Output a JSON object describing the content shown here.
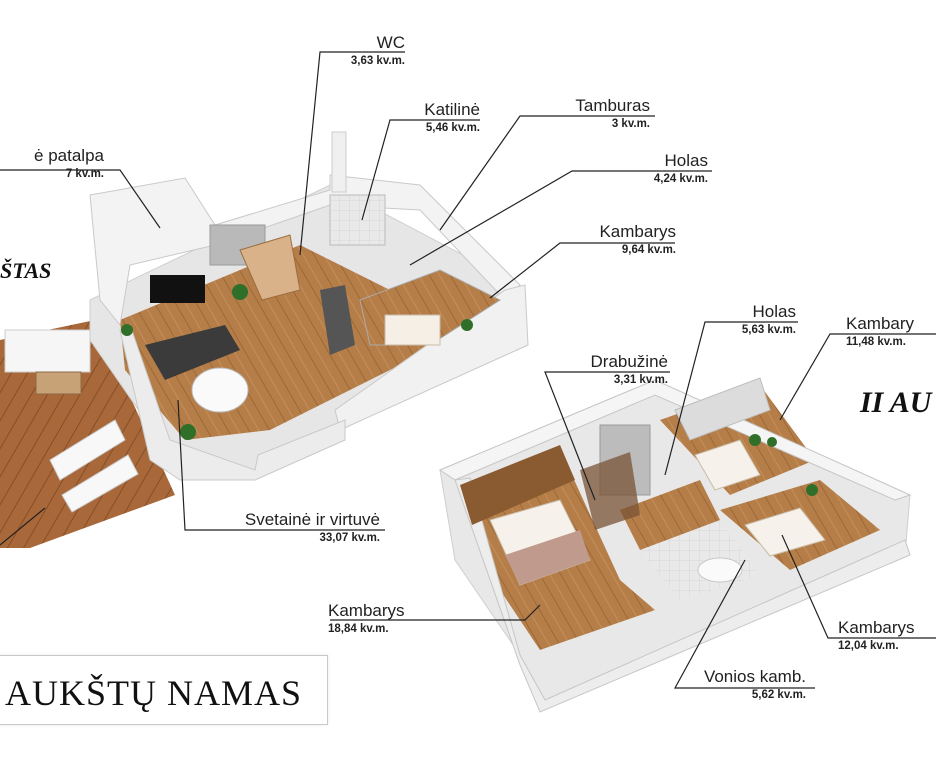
{
  "floor1_title": "ŠTAS",
  "floor2_title": "II AU",
  "house_title": "AUKŠTŲ NAMAS",
  "rooms": {
    "patalpa": {
      "name": "ė patalpa",
      "area": "7 kv.m."
    },
    "wc": {
      "name": "WC",
      "area": "3,63 kv.m."
    },
    "katiline": {
      "name": "Katilinė",
      "area": "5,46 kv.m."
    },
    "tamburas": {
      "name": "Tamburas",
      "area": "3 kv.m."
    },
    "holas1": {
      "name": "Holas",
      "area": "4,24 kv.m."
    },
    "kambarys1": {
      "name": "Kambarys",
      "area": "9,64 kv.m."
    },
    "svetaine": {
      "name": "Svetainė ir virtuvė",
      "area": "33,07 kv.m."
    },
    "holas2": {
      "name": "Holas",
      "area": "5,63 kv.m."
    },
    "kambarys2": {
      "name": "Kambary",
      "area": "11,48 kv.m."
    },
    "drabuzine": {
      "name": "Drabužinė",
      "area": "3,31 kv.m."
    },
    "kambarys3": {
      "name": "Kambarys",
      "area": "18,84 kv.m."
    },
    "kambarys4": {
      "name": "Kambarys",
      "area": "12,04 kv.m."
    },
    "vonios": {
      "name": "Vonios kamb.",
      "area": "5,62 kv.m."
    }
  },
  "colors": {
    "wall": "#f4f4f4",
    "wall_shadow": "#cfcfcf",
    "wood_floor": "#b07a45",
    "terrace": "#a9693a",
    "leader": "#222222"
  }
}
